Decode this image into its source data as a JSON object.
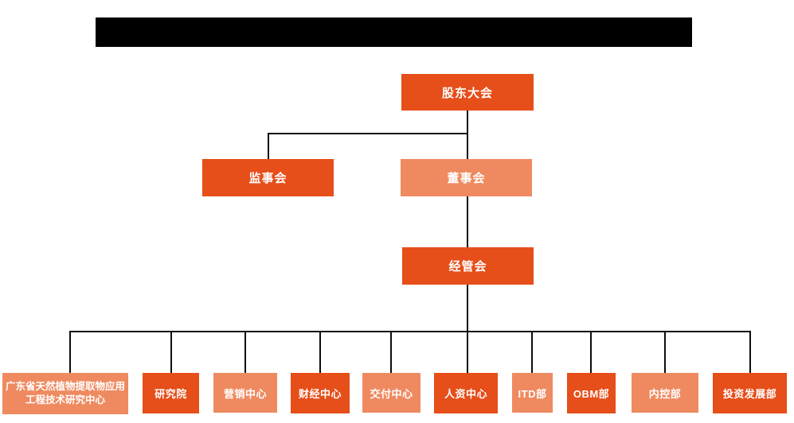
{
  "palette": {
    "node_dark": "#E64E1A",
    "node_light": "#EF8A60",
    "node_text": "#FFFFFF",
    "line": "#0D0D0D",
    "redacted_bar": "#000000"
  },
  "org": {
    "nodes": {
      "shareholders": {
        "label": "股东大会",
        "tone": "dark"
      },
      "supervisory": {
        "label": "监事会",
        "tone": "dark"
      },
      "board": {
        "label": "董事会",
        "tone": "light"
      },
      "management": {
        "label": "经管会",
        "tone": "dark"
      }
    },
    "departments": [
      {
        "label": "广东省天然植物提取物应用工程技术研究中心",
        "tone": "light"
      },
      {
        "label": "研究院",
        "tone": "dark"
      },
      {
        "label": "营销中心",
        "tone": "light"
      },
      {
        "label": "财经中心",
        "tone": "dark"
      },
      {
        "label": "交付中心",
        "tone": "light"
      },
      {
        "label": "人资中心",
        "tone": "dark"
      },
      {
        "label": "ITD部",
        "tone": "light"
      },
      {
        "label": "OBM部",
        "tone": "dark"
      },
      {
        "label": "内控部",
        "tone": "light"
      },
      {
        "label": "投资发展部",
        "tone": "dark"
      }
    ],
    "hierarchy": {
      "root": "股东大会",
      "edges": [
        [
          "股东大会",
          "监事会"
        ],
        [
          "股东大会",
          "董事会"
        ],
        [
          "董事会",
          "经管会"
        ],
        [
          "经管会",
          "广东省天然植物提取物应用工程技术研究中心"
        ],
        [
          "经管会",
          "研究院"
        ],
        [
          "经管会",
          "营销中心"
        ],
        [
          "经管会",
          "财经中心"
        ],
        [
          "经管会",
          "交付中心"
        ],
        [
          "经管会",
          "人资中心"
        ],
        [
          "经管会",
          "ITD部"
        ],
        [
          "经管会",
          "OBM部"
        ],
        [
          "经管会",
          "内控部"
        ],
        [
          "经管会",
          "投资发展部"
        ]
      ]
    }
  }
}
